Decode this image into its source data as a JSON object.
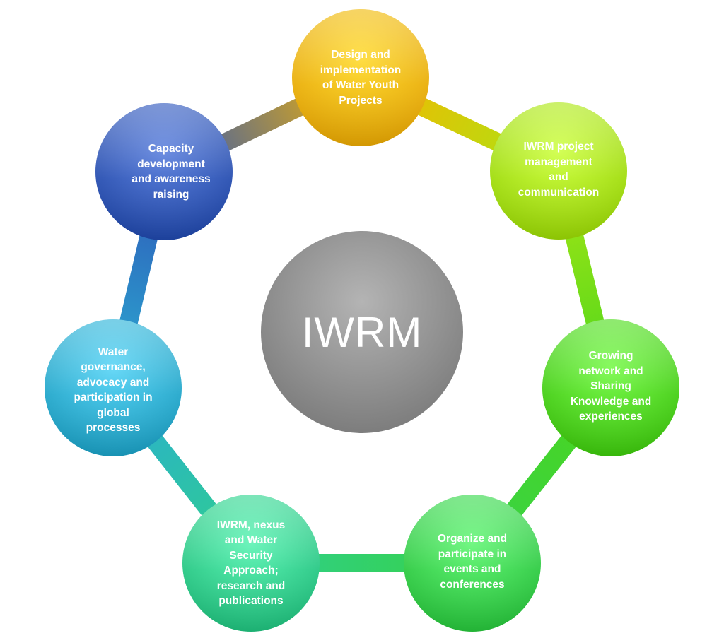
{
  "center": {
    "label": "IWRM",
    "color": "#8f8f8f"
  },
  "nodes": [
    {
      "id": "design-implementation",
      "label": "Design and\nimplementation\nof Water Youth\nProjects",
      "color": "#f7b500"
    },
    {
      "id": "project-management",
      "label": "IWRM project\nmanagement\nand\ncommunication",
      "color": "#a8e614"
    },
    {
      "id": "growing-network",
      "label": "Growing\nnetwork and\nSharing\nKnowledge and\nexperiences",
      "color": "#4cd61c"
    },
    {
      "id": "organize-events",
      "label": "Organize and\nparticipate in\nevents and\nconferences",
      "color": "#36d24a"
    },
    {
      "id": "research-publications",
      "label": "IWRM, nexus\nand Water\nSecurity\nApproach;\nresearch and\npublications",
      "color": "#2fcf8c"
    },
    {
      "id": "water-governance",
      "label": "Water\ngovernance,\nadvocacy and\nparticipation in\nglobal\nprocesses",
      "color": "#2aaed2"
    },
    {
      "id": "capacity-development",
      "label": "Capacity\ndevelopment\nand awareness\nraising",
      "color": "#2f56b8"
    }
  ]
}
